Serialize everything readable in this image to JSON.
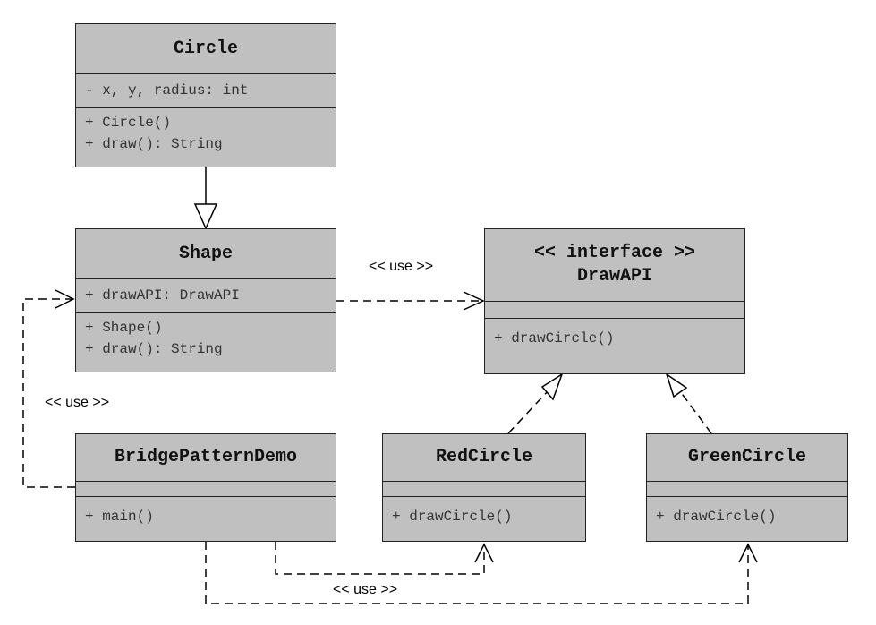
{
  "classes": {
    "circle": {
      "name": "Circle",
      "attributes": [
        "- x, y, radius: int"
      ],
      "methods": [
        "+ Circle()",
        "+ draw(): String"
      ]
    },
    "shape": {
      "name": "Shape",
      "attributes": [
        "+ drawAPI: DrawAPI"
      ],
      "methods": [
        "+ Shape()",
        "+ draw(): String"
      ]
    },
    "drawapi": {
      "stereotype": "<< interface >>",
      "name": "DrawAPI",
      "methods": [
        "+ drawCircle()"
      ]
    },
    "bridge_demo": {
      "name": "BridgePatternDemo",
      "methods": [
        "+ main()"
      ]
    },
    "red_circle": {
      "name": "RedCircle",
      "methods": [
        "+ drawCircle()"
      ]
    },
    "green_circle": {
      "name": "GreenCircle",
      "methods": [
        "+ drawCircle()"
      ]
    }
  },
  "edge_labels": {
    "shape_drawapi": "<< use >>",
    "demo_shape": "<< use >>",
    "demo_circles": "<< use >>"
  }
}
